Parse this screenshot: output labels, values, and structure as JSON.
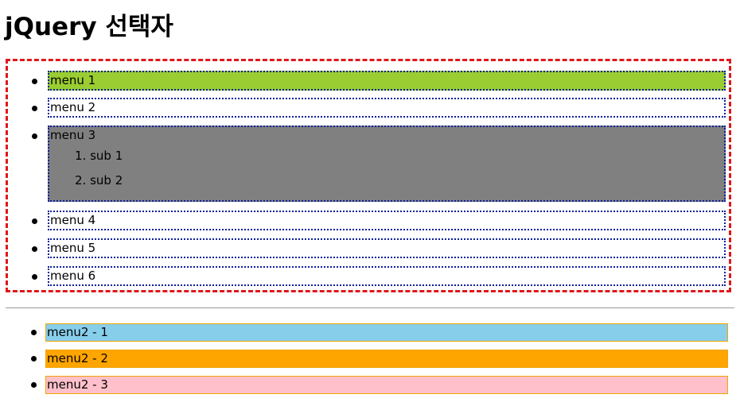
{
  "page": {
    "title": "jQuery 선택자"
  },
  "menu": [
    {
      "label": "menu 1",
      "bg": "#9acd32"
    },
    {
      "label": "menu 2",
      "bg": "#ffffff"
    },
    {
      "label": "menu 3",
      "bg": "#808080",
      "sub": [
        "sub 1",
        "sub 2"
      ]
    },
    {
      "label": "menu 4",
      "bg": "#ffffff"
    },
    {
      "label": "menu 5",
      "bg": "#ffffff"
    },
    {
      "label": "menu 6",
      "bg": "#ffffff"
    }
  ],
  "menu2": [
    {
      "label": "menu2 - 1",
      "bg": "#87ceeb"
    },
    {
      "label": "menu2 - 2",
      "bg": "#ffa500"
    },
    {
      "label": "menu2 - 3",
      "bg": "#ffc0cb"
    }
  ],
  "colors": {
    "border_red": "#e0171a",
    "border_blue": "#0b1f9a",
    "border_orange": "#f0a500"
  }
}
